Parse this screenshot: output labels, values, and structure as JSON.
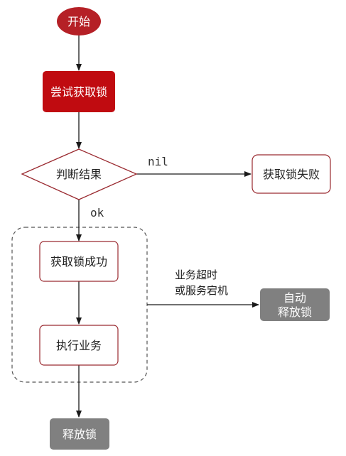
{
  "colors": {
    "start_fill": "#b52026",
    "try_lock_fill": "#c00b10",
    "outline_red": "#9a2a30",
    "gray_fill": "#808080",
    "line": "#1a1a1a",
    "group_border": "#555555",
    "text_dark": "#222222",
    "text_light": "#ffffff"
  },
  "nodes": {
    "start": "开始",
    "try_lock": "尝试获取锁",
    "decision": "判断结果",
    "lock_failed": "获取锁失败",
    "lock_success": "获取锁成功",
    "execute_business": "执行业务",
    "auto_release_line1": "自动",
    "auto_release_line2": "释放锁",
    "release_lock": "释放锁"
  },
  "edges": {
    "nil_label": "nil",
    "ok_label": "ok",
    "timeout_line1": "业务超时",
    "timeout_line2": "或服务宕机"
  }
}
